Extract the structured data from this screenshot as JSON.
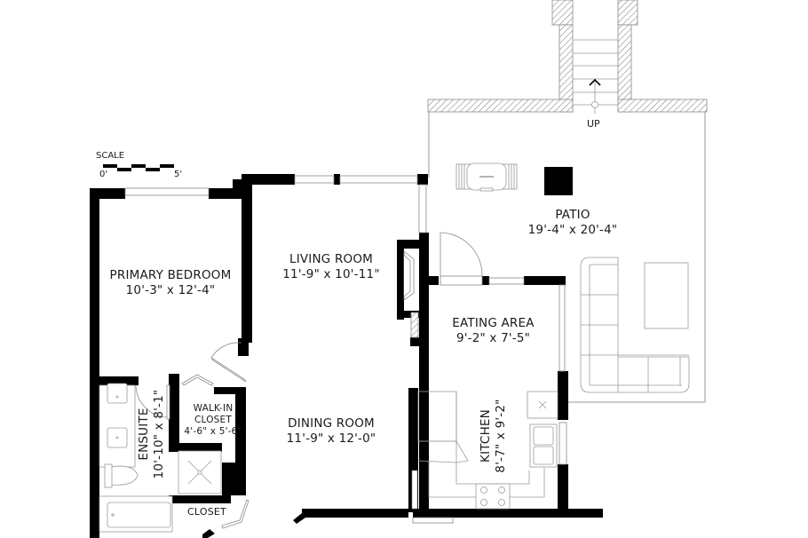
{
  "plan": {
    "type": "floor-plan",
    "wall_color": "#000000",
    "fixture_color": "#9a9a9a",
    "background": "#ffffff"
  },
  "scale": {
    "label": "SCALE",
    "start": "0'",
    "end": "5'"
  },
  "stairs": {
    "label": "UP"
  },
  "rooms": {
    "primary_bedroom": {
      "name": "PRIMARY BEDROOM",
      "dims": "10'-3\" x 12'-4\""
    },
    "living_room": {
      "name": "LIVING ROOM",
      "dims": "11'-9\" x 10'-11\""
    },
    "patio": {
      "name": "PATIO",
      "dims": "19'-4\" x 20'-4\""
    },
    "eating_area": {
      "name": "EATING AREA",
      "dims": "9'-2\" x  7'-5\""
    },
    "dining_room": {
      "name": "DINING ROOM",
      "dims": "11'-9\" x 12'-0\""
    },
    "walk_in_closet": {
      "name_line1": "WALK-IN",
      "name_line2": "CLOSET",
      "dims": "4'-6\" x  5'-6\""
    },
    "ensuite": {
      "name": "ENSUITE",
      "dims": "10'-10\" x  8'-1\""
    },
    "kitchen": {
      "name": "KITCHEN",
      "dims": "8'-7\" x  9'-2\""
    },
    "closet": {
      "name": "CLOSET"
    }
  }
}
